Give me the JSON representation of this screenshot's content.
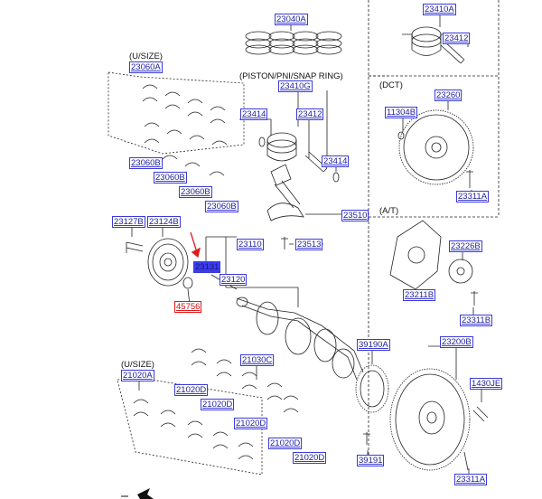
{
  "diagram": {
    "part_numbers": {
      "p23040A": "23040A",
      "p23410A": "23410A",
      "p23412_top": "23412",
      "p23060A": "23060A",
      "p23410G": "23410G",
      "p23414_a": "23414",
      "p23412_b": "23412",
      "p23414_b": "23414",
      "p23060B_1": "23060B",
      "p23060B_2": "23060B",
      "p23060B_3": "23060B",
      "p23060B_4": "23060B",
      "p23510": "23510",
      "p23513": "23513",
      "p23127B": "23127B",
      "p23124B": "23124B",
      "p23110": "23110",
      "p23131": "23131",
      "p23120": "23120",
      "p45756": "45756",
      "p11304B": "11304B",
      "p23260": "23260",
      "p23311A_top": "23311A",
      "p23226B": "23226B",
      "p23211B": "23211B",
      "p23311B": "23311B",
      "p39190A": "39190A",
      "p23200B": "23200B",
      "p1430JE": "1430JE",
      "p39191": "39191",
      "p23311A_bot": "23311A",
      "p21020A": "21020A",
      "p21030C": "21030C",
      "p21020D_1": "21020D",
      "p21020D_2": "21020D",
      "p21020D_3": "21020D",
      "p21020D_4": "21020D",
      "p21020D_5": "21020D"
    },
    "labels": {
      "usize_top": "(U/SIZE)",
      "usize_bottom": "(U/SIZE)",
      "piston_group": "(PISTON/PNI/SNAP RING)",
      "dct": "(DCT)",
      "at": "(A/T)"
    },
    "colors": {
      "line": "#222222",
      "part_link": "#1d1d9c",
      "highlight": "#e01a1a",
      "selected_fill": "#3b3bff"
    }
  }
}
